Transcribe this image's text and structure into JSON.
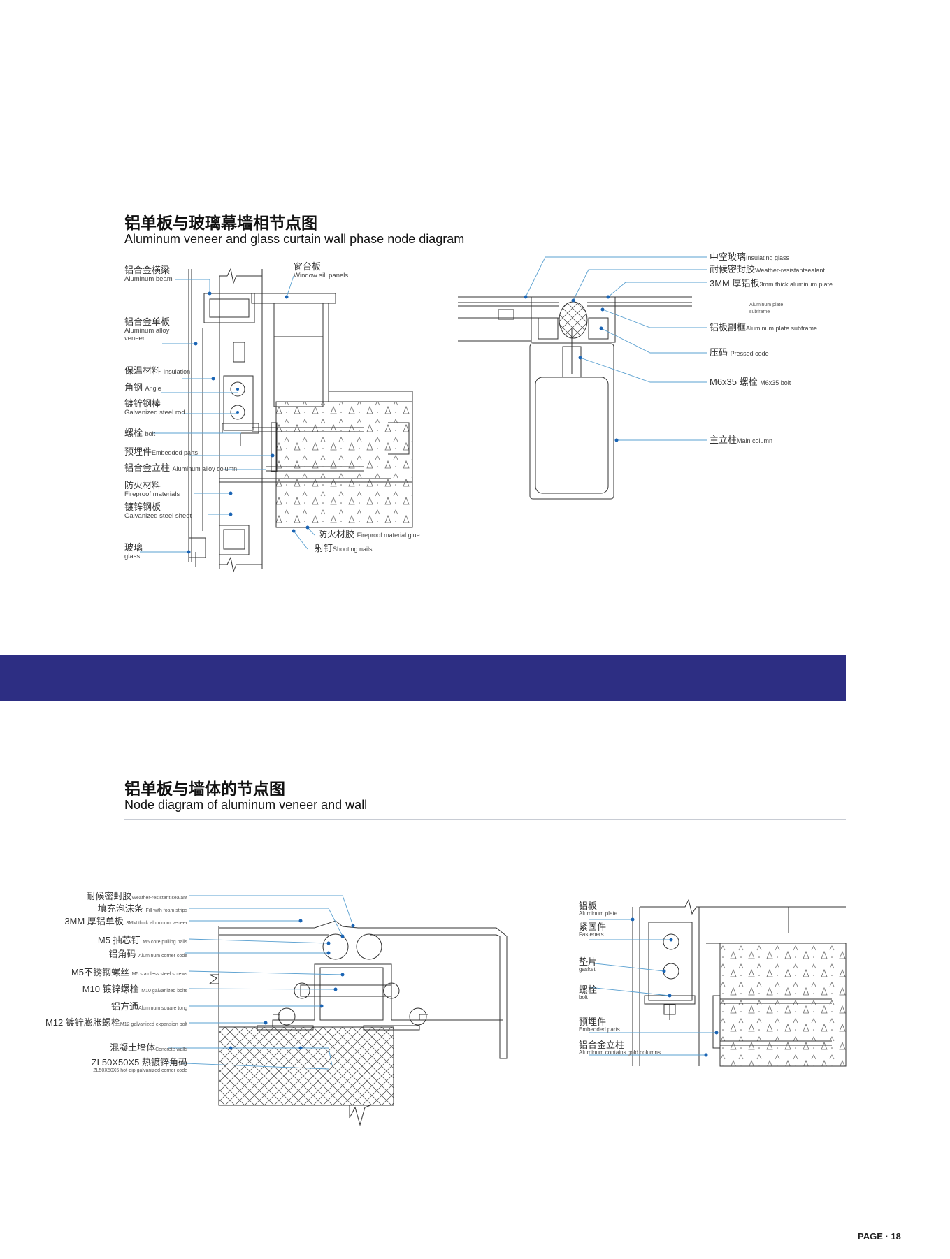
{
  "section1": {
    "title_cn": "铝单板与玻璃幕墙相节点图",
    "title_en": "Aluminum veneer and glass curtain wall phase node diagram"
  },
  "diagram1_labels": {
    "aluminum_beam": {
      "cn": "铝合金横梁",
      "en": "Aluminum beam"
    },
    "alloy_veneer": {
      "cn": "铝合金单板",
      "en": "Aluminum alloy veneer"
    },
    "insulation": {
      "cn": "保温材料",
      "en": "Insulation"
    },
    "angle": {
      "cn": "角钢",
      "en": "Angle"
    },
    "galv_rod": {
      "cn": "镀锌钢棒",
      "en": "Galvanized steel rod"
    },
    "bolt": {
      "cn": "螺栓",
      "en": "bolt"
    },
    "embedded": {
      "cn": "预埋件",
      "en": "Embedded parts"
    },
    "alloy_column": {
      "cn": "铝合金立柱",
      "en": "Aluminum alloy column"
    },
    "fireproof": {
      "cn": "防火材料",
      "en": "Fireproof materials"
    },
    "galv_sheet": {
      "cn": "镀锌钢板",
      "en": "Galvanized steel sheet"
    },
    "glass": {
      "cn": "玻璃",
      "en": "glass"
    },
    "window_sill": {
      "cn": "窗台板",
      "en": "Window sill panels"
    },
    "fire_glue": {
      "cn": "防火材胶",
      "en": "Fireproof material glue"
    },
    "shooting_nails": {
      "cn": "射钉",
      "en": "Shooting nails"
    }
  },
  "diagram2_labels": {
    "insulating_glass": {
      "cn": "中空玻璃",
      "en": "Insulating glass"
    },
    "weather_sealant": {
      "cn": "耐候密封胶",
      "en": "Weather-resistantsealant"
    },
    "plate_3mm": {
      "cn": "3MM 厚铝板",
      "en": "3mm thick aluminum plate"
    },
    "plate_subframe_small": "Aluminum plate subframe",
    "subframe": {
      "cn": "铝板副框",
      "en": "Aluminum plate subframe"
    },
    "pressed_code": {
      "cn": "压码",
      "en": "Pressed code"
    },
    "m6_bolt": {
      "cn": "M6x35 螺栓",
      "en": "M6x35 bolt"
    },
    "main_column": {
      "cn": "主立柱",
      "en": "Main column"
    }
  },
  "section2": {
    "title_cn": "铝单板与墙体的节点图",
    "title_en": "Node diagram of aluminum veneer and wall"
  },
  "diagram3_labels": {
    "weather_sealant": {
      "cn": "耐候密封胶",
      "en": "Weather-resistant sealant"
    },
    "foam_strips": {
      "cn": "填充泡沫条",
      "en": "Fill with foam strips"
    },
    "veneer_3mm": {
      "cn": "3MM 厚铝单板",
      "en": "3MM thick aluminum veneer"
    },
    "m5_nail": {
      "cn": "M5 抽芯钉",
      "en": "M5 core pulling nails"
    },
    "corner_code": {
      "cn": "铝角码",
      "en": "Aluminum corner code"
    },
    "m5_screws": {
      "cn": "M5不锈钢螺丝",
      "en": "M5 stainless steel screws"
    },
    "m10_bolts": {
      "cn": "M10 镀锌螺栓",
      "en": "M10 galvanized bolts"
    },
    "square_tong": {
      "cn": "铝方通",
      "en": "Aluminum square tong"
    },
    "m12_bolt": {
      "cn": "M12 镀锌膨胀螺栓",
      "en": "M12 galvanized expansion bolt"
    },
    "concrete": {
      "cn": "混凝土墙体",
      "en": "Concrete walls"
    },
    "zl_corner": {
      "cn": "ZL50X50X5 热镀锌角码",
      "en": "ZL50X50X5 hot-dip galvanized corner code"
    }
  },
  "diagram4_labels": {
    "plate": {
      "cn": "铝板",
      "en": "Aluminum plate"
    },
    "fasteners": {
      "cn": "紧固件",
      "en": "Fasteners"
    },
    "gasket": {
      "cn": "垫片",
      "en": "gasket"
    },
    "bolt": {
      "cn": "螺栓",
      "en": "bolt"
    },
    "embedded": {
      "cn": "预埋件",
      "en": "Embedded parts"
    },
    "column": {
      "cn": "铝合金立柱",
      "en": "Aluminum contains gold columns"
    }
  },
  "footer": {
    "page": "PAGE · 18"
  },
  "colors": {
    "band": "#2d2e83",
    "leader": "#5aa0d0",
    "dot": "#1a64b4"
  }
}
